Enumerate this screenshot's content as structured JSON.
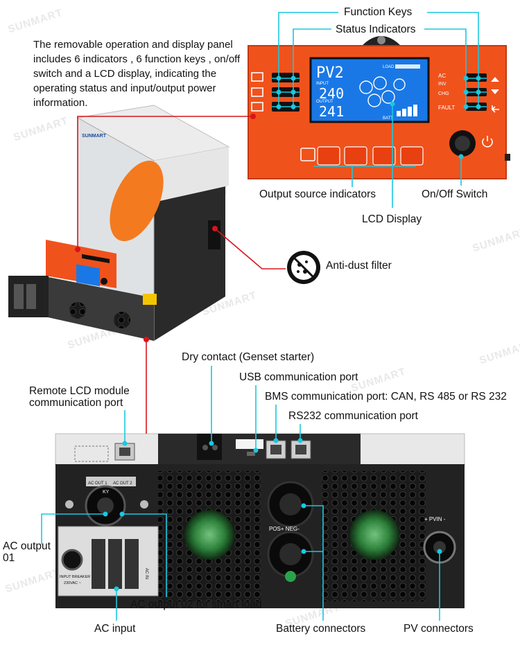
{
  "description": "The removable operation and display panel includes 6 indicators , 6 function keys , on/off switch and a LCD display, indicating the operating status and input/output power information.",
  "labels": {
    "function_keys": "Function Keys",
    "status_indicators": "Status Indicators",
    "output_source_indicators": "Output source indicators",
    "on_off_switch": "On/Off Switch",
    "lcd_display": "LCD Display",
    "anti_dust_filter": "Anti-dust filter",
    "dry_contact": "Dry contact (Genset starter)",
    "usb_port": "USB communication port",
    "bms_port": "BMS communication port: CAN, RS 485 or RS 232",
    "rs232_port": "RS232 communication port",
    "remote_lcd_port": "Remote LCD module\ncommunication port",
    "ac_output_01": "AC output\n01",
    "ac_output_02": "AC output 02 for smart load",
    "ac_input": "AC input",
    "battery_connectors": "Battery connectors",
    "pv_connectors": "PV connectors"
  },
  "panel": {
    "status_ac": "AC",
    "status_inv": "INV",
    "status_chg": "CHG",
    "status_fault": "FAULT",
    "lcd_code": "PV2",
    "lcd_input_label": "INPUT",
    "lcd_input_value": "240",
    "lcd_output_label": "OUTPUT",
    "lcd_output_value": "241",
    "lcd_load": "LOAD",
    "lcd_batt": "BATT"
  },
  "rear": {
    "ac_out_1": "AC OUT 1",
    "ac_out_2": "AC OUT 2",
    "ky": "KY",
    "pos_neg": "POS+   NEG-",
    "pvin": "+ PVIN -",
    "input_breaker": "INPUT BREAKER",
    "voltage": "230VAC ~",
    "ac_in": "AC IN"
  },
  "brand": {
    "name": "SUNMART",
    "watermark": "SUNMART"
  },
  "colors": {
    "panel_orange": "#f0521c",
    "lcd_blue": "#1a78e6",
    "callout_cyan": "#19c8e0",
    "callout_red": "#d8141c"
  }
}
